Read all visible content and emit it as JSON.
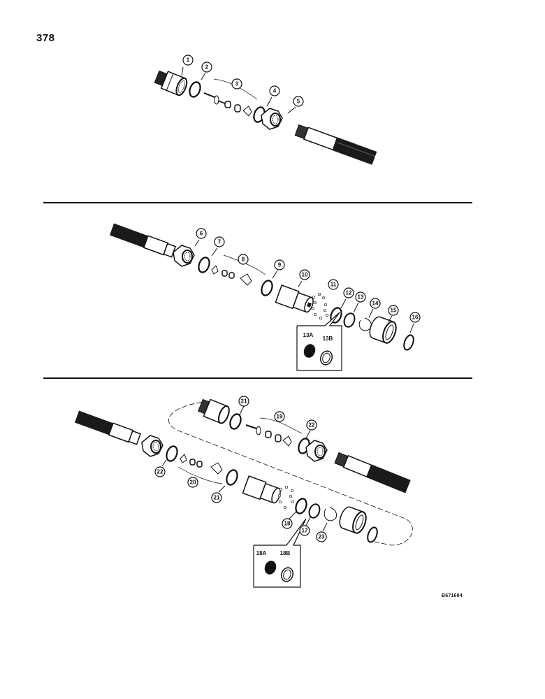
{
  "page": {
    "number": "378",
    "reference_code": "B671694"
  },
  "sections": [
    {
      "id": "top",
      "callouts": [
        "1",
        "2",
        "3",
        "4",
        "5"
      ]
    },
    {
      "id": "middle",
      "callouts": [
        "6",
        "7",
        "8",
        "9",
        "10",
        "11",
        "12",
        "13",
        "14",
        "15",
        "16"
      ],
      "inset": {
        "labels": [
          "13A",
          "13B"
        ]
      }
    },
    {
      "id": "bottom",
      "callouts": [
        "21",
        "19",
        "22",
        "22",
        "20",
        "21",
        "18",
        "17",
        "23"
      ],
      "inset": {
        "labels": [
          "18A",
          "18B"
        ]
      }
    }
  ],
  "callouts": {
    "c1": "1",
    "c2": "2",
    "c3": "3",
    "c4": "4",
    "c5": "5",
    "c6": "6",
    "c7": "7",
    "c8": "8",
    "c9": "9",
    "c10": "10",
    "c11": "11",
    "c12": "12",
    "c13": "13",
    "c14": "14",
    "c15": "15",
    "c16": "16",
    "c13a": "13A",
    "c13b": "13B",
    "c21a": "21",
    "c19": "19",
    "c22a": "22",
    "c22b": "22",
    "c20": "20",
    "c21b": "21",
    "c18": "18",
    "c17": "17",
    "c23": "23",
    "c18a": "18A",
    "c18b": "18B"
  }
}
